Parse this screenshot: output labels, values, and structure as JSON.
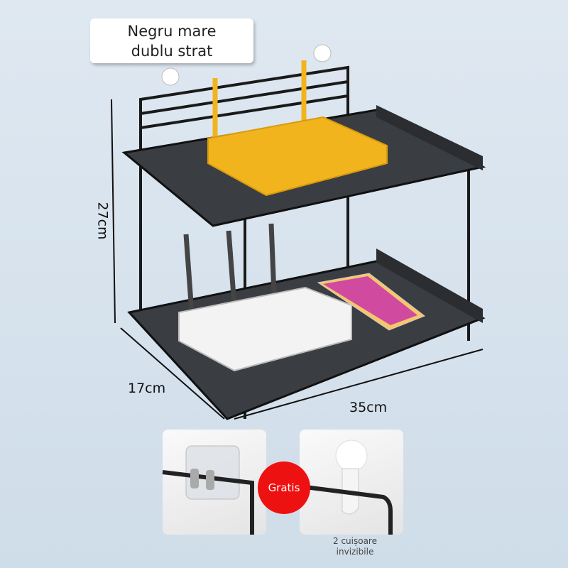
{
  "product_label": {
    "line1": "Negru mare",
    "line2": "dublu strat"
  },
  "dimensions": {
    "height": "27cm",
    "depth": "17cm",
    "width": "35cm"
  },
  "badge": "Gratis",
  "caption": {
    "line1": "2 cuișoare",
    "line2": "invizibile"
  },
  "colors": {
    "shelf": "#2b2d30",
    "router_top": "#f2b41c",
    "badge": "#ee1111",
    "background": "#dfe8f1"
  }
}
